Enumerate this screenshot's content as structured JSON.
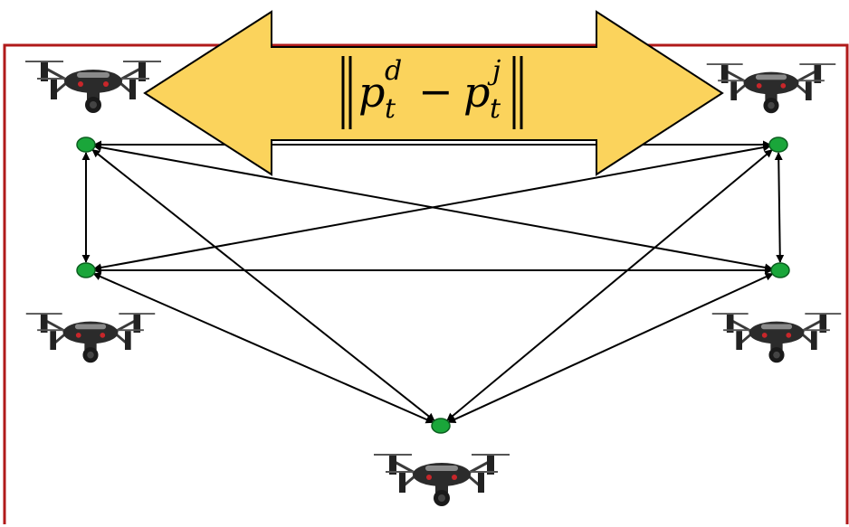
{
  "formula": {
    "p": "p",
    "d": "d",
    "t": "t",
    "minus": "−",
    "j": "j"
  },
  "colors": {
    "frame": "#b01a1a",
    "banner": "#fbd35c",
    "node": "#1aa63a",
    "edge": "#000000"
  },
  "graph": {
    "nodes": [
      "n1",
      "n2",
      "n3",
      "n4",
      "n5"
    ],
    "edges": [
      [
        "n1",
        "n2"
      ],
      [
        "n1",
        "n3"
      ],
      [
        "n1",
        "n4"
      ],
      [
        "n1",
        "n5"
      ],
      [
        "n2",
        "n3"
      ],
      [
        "n2",
        "n4"
      ],
      [
        "n2",
        "n5"
      ],
      [
        "n3",
        "n4"
      ],
      [
        "n3",
        "n5"
      ],
      [
        "n4",
        "n5"
      ]
    ],
    "edge_style": "bidirectional-arrow"
  },
  "drones": [
    {
      "id": "drone-top-left",
      "icon": "quadcopter-drone-icon"
    },
    {
      "id": "drone-top-right",
      "icon": "quadcopter-drone-icon"
    },
    {
      "id": "drone-mid-left",
      "icon": "quadcopter-drone-icon"
    },
    {
      "id": "drone-mid-right",
      "icon": "quadcopter-drone-icon"
    },
    {
      "id": "drone-bottom",
      "icon": "quadcopter-drone-icon"
    }
  ]
}
